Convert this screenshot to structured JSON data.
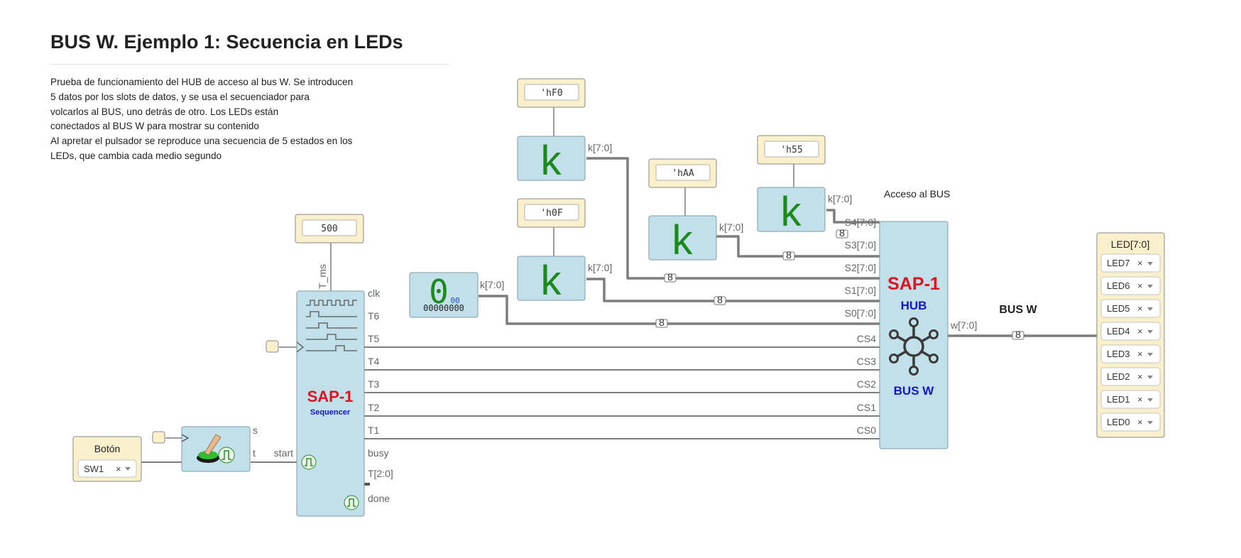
{
  "title": "BUS W. Ejemplo 1: Secuencia en LEDs",
  "description": [
    "Prueba de funcionamiento del HUB de acceso al bus W. Se introducen",
    "5 datos por los slots de datos, y se usa el secuenciador para",
    "volcarlos al BUS, uno detrás de otro. Los LEDs están",
    "conectados al BUS W para mostrar su contenido",
    "Al apretar el pulsador se reproduce una secuencia de 5 estados en los",
    "LEDs, que cambia cada medio segundo"
  ],
  "constants": {
    "c_f0": "'hF0",
    "c_0f": "'h0F",
    "c_aa": "'hAA",
    "c_55": "'h55",
    "c_500": "500"
  },
  "k_glyph": "k",
  "k_port": "k[7:0]",
  "zero_display": {
    "digit": "0",
    "hex": "00",
    "bin": "00000000"
  },
  "bus_width": "8",
  "boton": {
    "title": "Botón",
    "select": "SW1",
    "clear": "×"
  },
  "pulsador": {
    "port_s": "s",
    "port_t": "t"
  },
  "sequencer": {
    "brand": "SAP-1",
    "name": "Sequencer",
    "param": "T_ms",
    "in_start": "start",
    "out_ports": [
      "clk",
      "T6",
      "T5",
      "T4",
      "T3",
      "T2",
      "T1",
      "busy",
      "T[2:0]",
      "done"
    ]
  },
  "hub": {
    "caption": "Acceso al BUS",
    "brand": "SAP-1",
    "sub": "HUB",
    "bus": "BUS W",
    "slot_ports": [
      "S4[7:0]",
      "S3[7:0]",
      "S2[7:0]",
      "S1[7:0]",
      "S0[7:0]"
    ],
    "cs_ports": [
      "CS4",
      "CS3",
      "CS2",
      "CS1",
      "CS0"
    ],
    "out": "w[7:0]"
  },
  "bus_label": "BUS W",
  "leds": {
    "title": "LED[7:0]",
    "items": [
      "LED7",
      "LED6",
      "LED5",
      "LED4",
      "LED3",
      "LED2",
      "LED1",
      "LED0"
    ],
    "clear": "×"
  }
}
